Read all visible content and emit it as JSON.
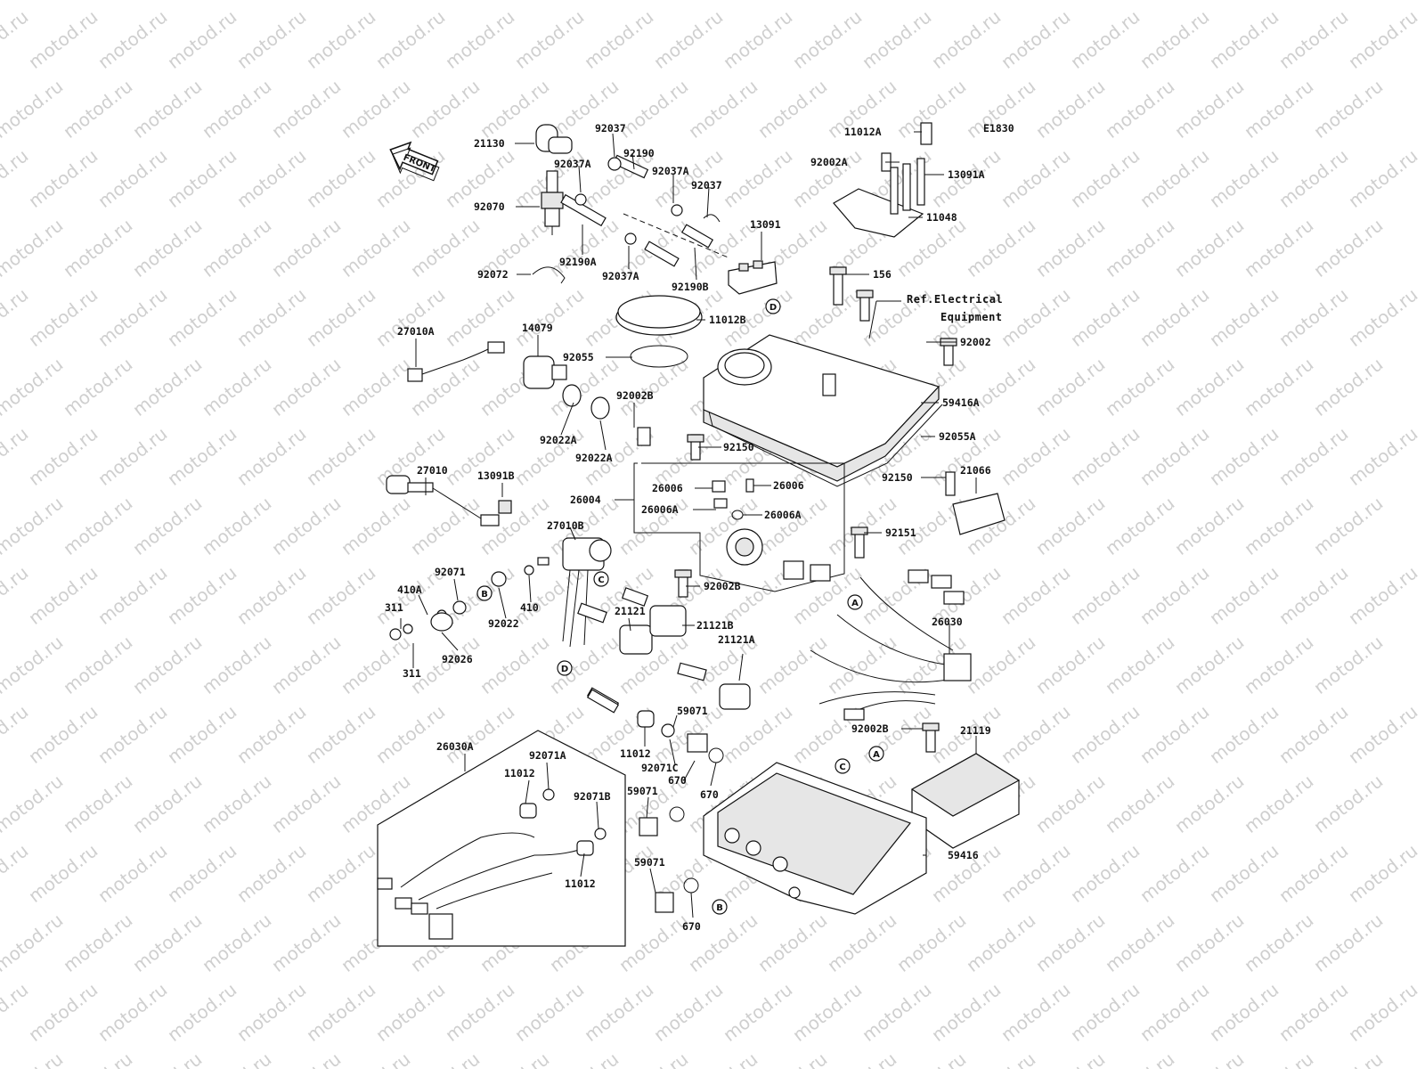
{
  "diagram_code": "E1830",
  "front_arrow_label": "FRONT",
  "ref_note": [
    "Ref.Electrical",
    "Equipment"
  ],
  "watermark": "motod.ru",
  "callouts": [
    "A",
    "B",
    "C",
    "D"
  ],
  "part_labels": {
    "p11012A": "11012A",
    "p92002A": "92002A",
    "p13091A": "13091A",
    "p11048": "11048",
    "p156": "156",
    "p21130": "21130",
    "p92037_a": "92037",
    "p92190": "92190",
    "p92037A_a": "92037A",
    "p92037A_b": "92037A",
    "p92037_b": "92037",
    "p92070": "92070",
    "p92190A": "92190A",
    "p92037A_c": "92037A",
    "p92190B": "92190B",
    "p13091": "13091",
    "p92072": "92072",
    "p11012B": "11012B",
    "p27010A": "27010A",
    "p14079": "14079",
    "p92055": "92055",
    "p92002": "92002",
    "p59416A": "59416A",
    "p92002B_a": "92002B",
    "p92022A_a": "92022A",
    "p92022A_b": "92022A",
    "p92150_a": "92150",
    "p92055A": "92055A",
    "p27010": "27010",
    "p13091B": "13091B",
    "p26006_a": "26006",
    "p26006_b": "26006",
    "p26004": "26004",
    "p26006A_a": "26006A",
    "p26006A_b": "26006A",
    "p92150_b": "92150",
    "p21066": "21066",
    "p27010B": "27010B",
    "p92151": "92151",
    "p92071": "92071",
    "p410A": "410A",
    "p311_a": "311",
    "p311_b": "311",
    "p92026": "92026",
    "p92022": "92022",
    "p410": "410",
    "p92002B_b": "92002B",
    "p21121": "21121",
    "p21121B": "21121B",
    "p21121A": "21121A",
    "p26030": "26030",
    "p59071_a": "59071",
    "p11012_a": "11012",
    "p92071C": "92071C",
    "p670_a": "670",
    "p670_b": "670",
    "p92002B_c": "92002B",
    "p21119": "21119",
    "p26030A": "26030A",
    "p92071A": "92071A",
    "p11012_b": "11012",
    "p92071B": "92071B",
    "p11012_c": "11012",
    "p59071_b": "59071",
    "p59071_c": "59071",
    "p670_c": "670",
    "p59416": "59416"
  }
}
